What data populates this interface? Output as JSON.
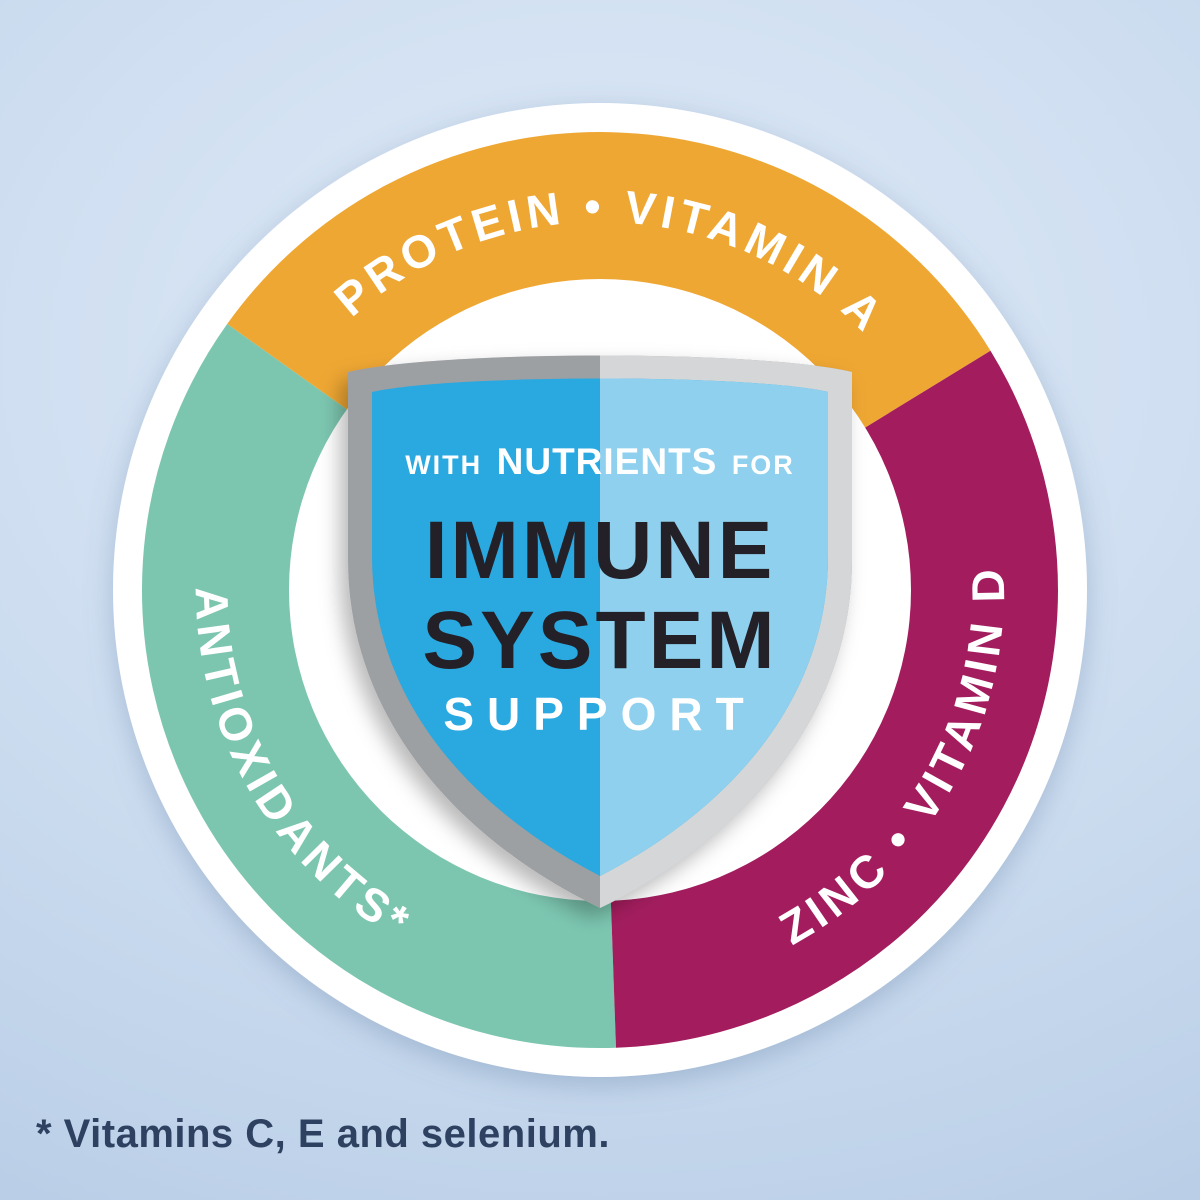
{
  "ring": {
    "segments": [
      {
        "id": "protein-vitamin-a",
        "label": "PROTEIN • VITAMIN A",
        "color": "#EFA733"
      },
      {
        "id": "antioxidants",
        "label": "ANTIOXIDANTS*",
        "color": "#7CC6B0"
      },
      {
        "id": "zinc-vitamin-d",
        "label": "ZINC • VITAMIN D",
        "color": "#A31D5E"
      }
    ]
  },
  "shield": {
    "line1_pre": "WITH",
    "line1_emphasis": "NUTRIENTS",
    "line1_post": "FOR",
    "line2": "IMMUNE",
    "line3": "SYSTEM",
    "line4": "SUPPORT",
    "colors": {
      "frame_left": "#9DA0A3",
      "frame_right": "#D4D6D8",
      "blue_left": "#2AA8E0",
      "blue_right": "#8ED0EE",
      "heading_text": "#232028",
      "light_text": "#FFFFFF"
    }
  },
  "footnote": "* Vitamins C, E and selenium.",
  "background": {
    "top": "#DFEAF7",
    "bottom": "#B4CAE4"
  }
}
